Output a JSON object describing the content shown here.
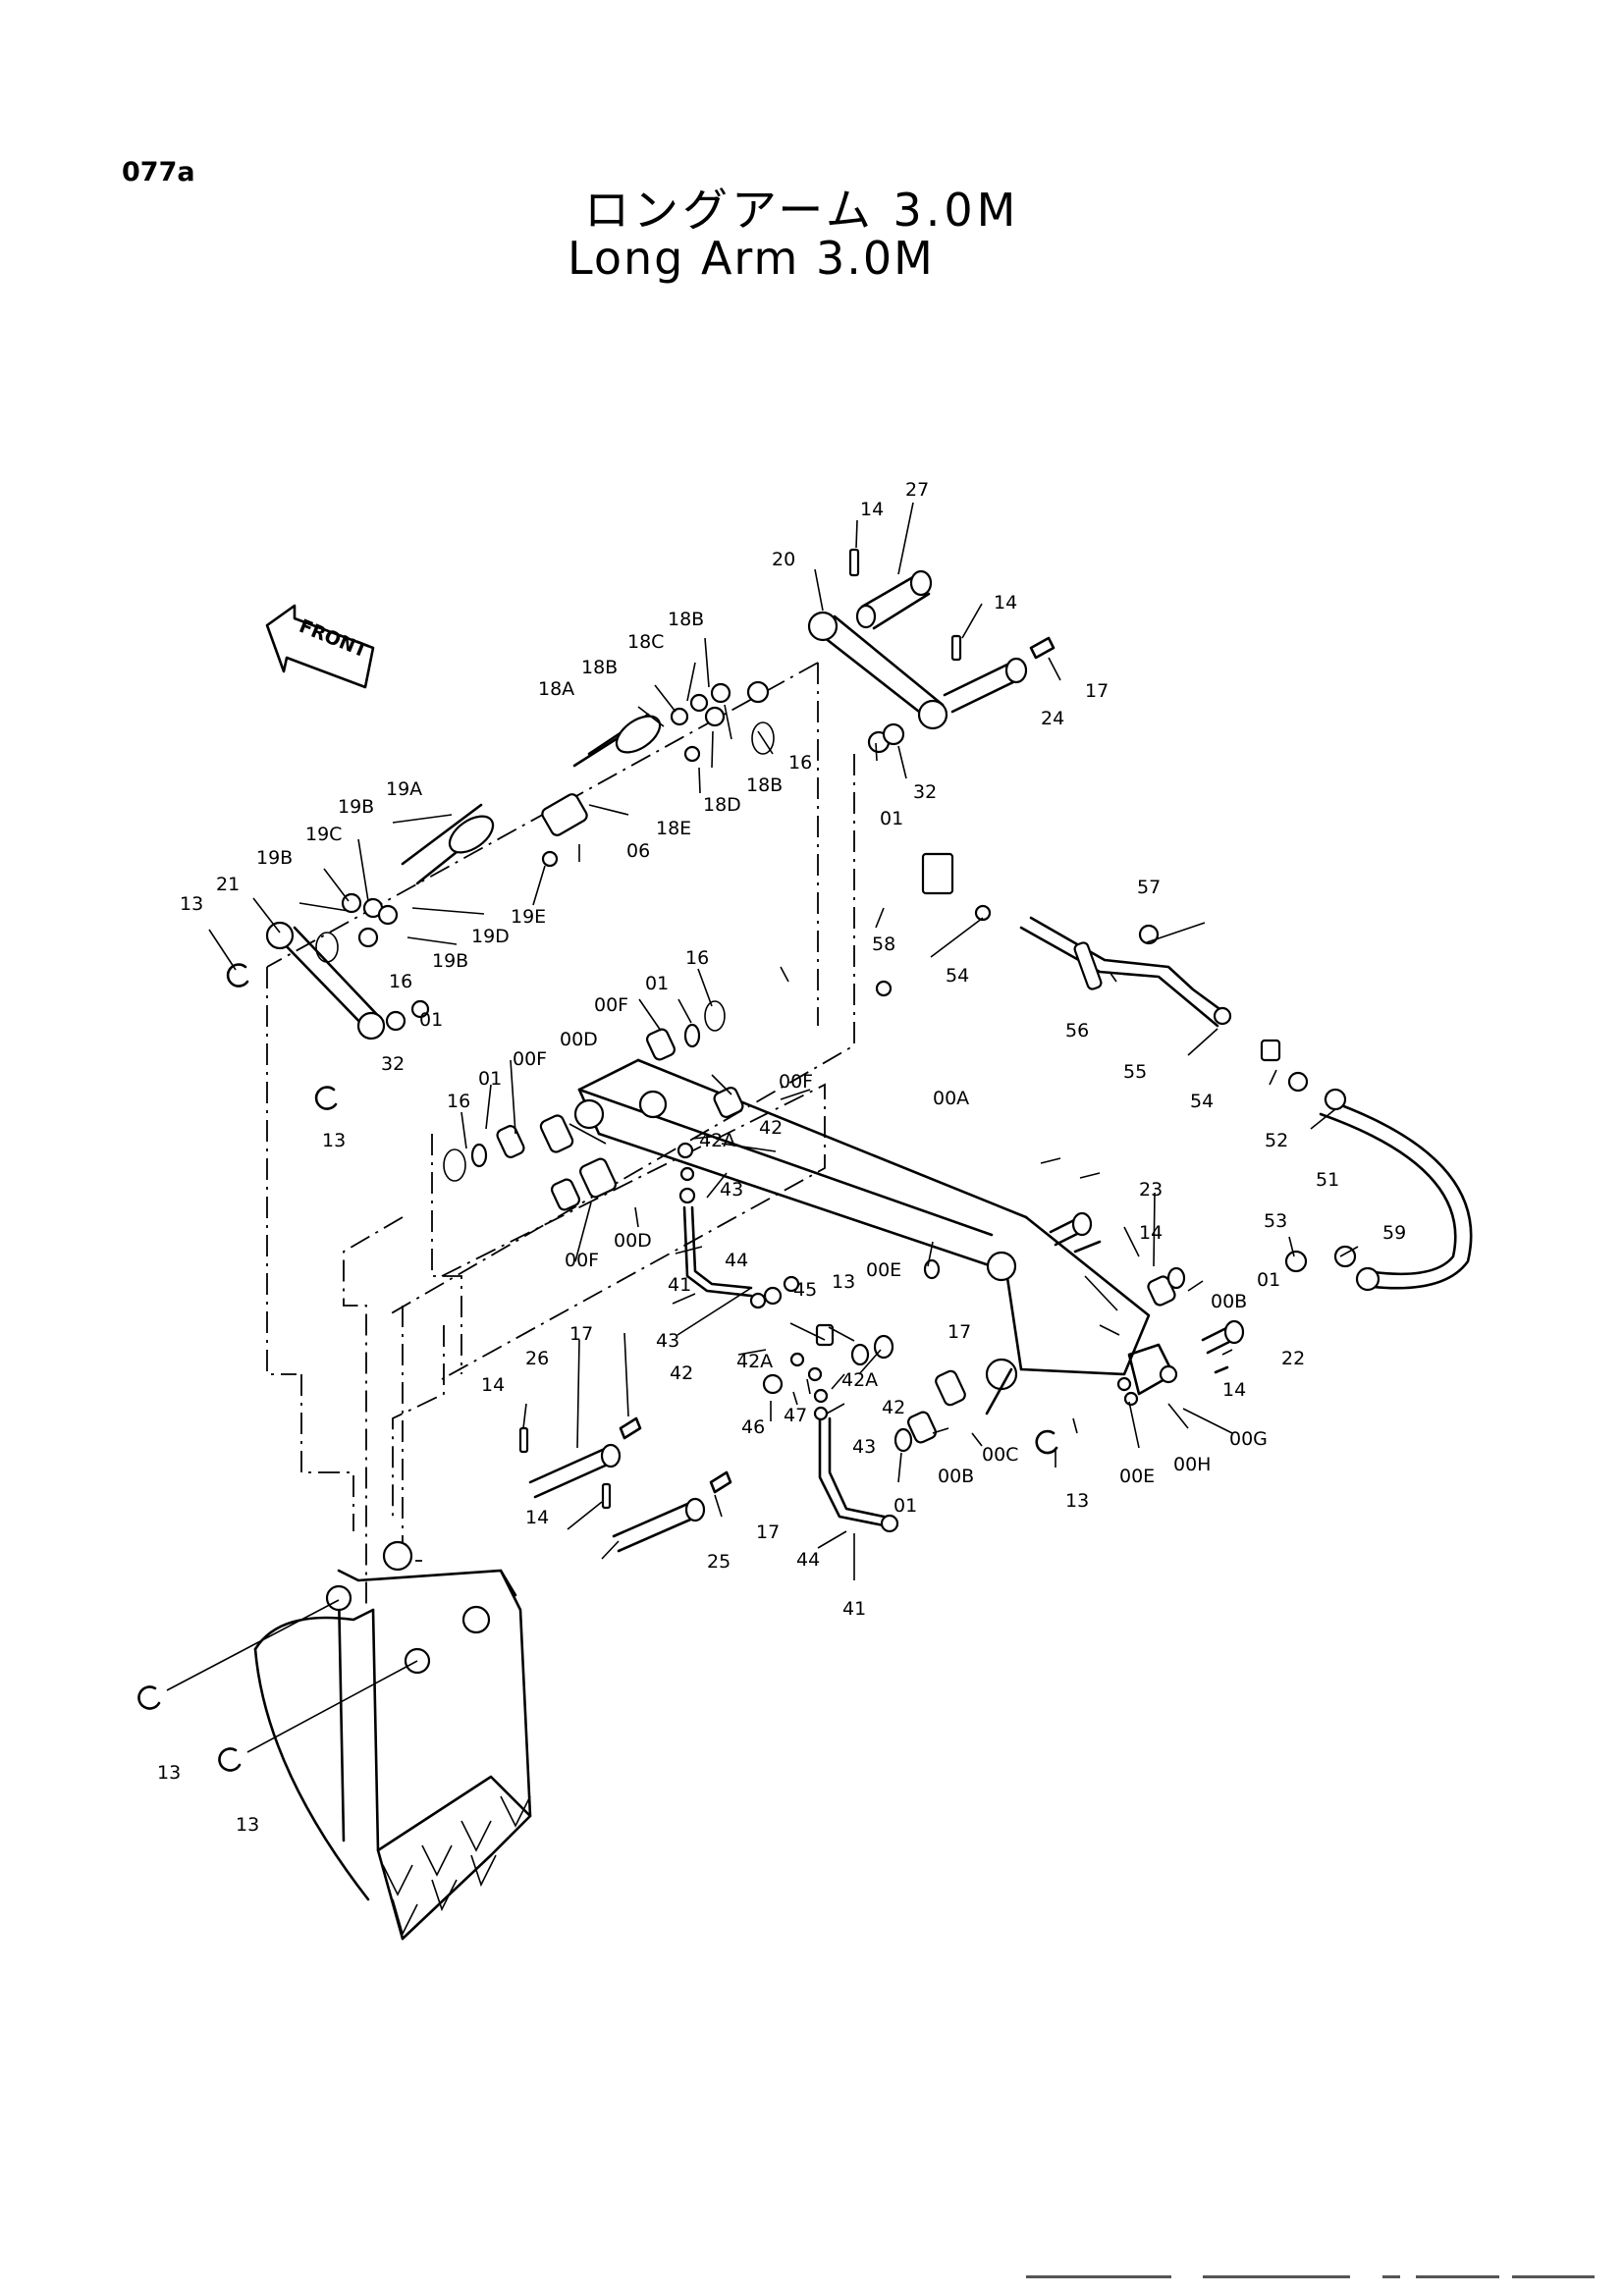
{
  "page_code": "077a",
  "title_jp": "ロングアーム 3.0M",
  "title_en": "Long Arm 3.0M",
  "front_label": "FRONT",
  "callouts": [
    {
      "id": "c01",
      "text": "27"
    },
    {
      "id": "c02",
      "text": "14"
    },
    {
      "id": "c03",
      "text": "20"
    },
    {
      "id": "c04",
      "text": "18B"
    },
    {
      "id": "c05",
      "text": "14"
    },
    {
      "id": "c06",
      "text": "18C"
    },
    {
      "id": "c07",
      "text": "18B"
    },
    {
      "id": "c08",
      "text": "17"
    },
    {
      "id": "c09",
      "text": "18A"
    },
    {
      "id": "c10",
      "text": "24"
    },
    {
      "id": "c11",
      "text": "16"
    },
    {
      "id": "c12",
      "text": "18B"
    },
    {
      "id": "c13",
      "text": "32"
    },
    {
      "id": "c14",
      "text": "18D"
    },
    {
      "id": "c15",
      "text": "01"
    },
    {
      "id": "c16",
      "text": "19A"
    },
    {
      "id": "c17",
      "text": "18E"
    },
    {
      "id": "c18",
      "text": "19B"
    },
    {
      "id": "c19",
      "text": "06"
    },
    {
      "id": "c20",
      "text": "19C"
    },
    {
      "id": "c21",
      "text": "19B"
    },
    {
      "id": "c22",
      "text": "21"
    },
    {
      "id": "c23",
      "text": "19E"
    },
    {
      "id": "c24",
      "text": "13"
    },
    {
      "id": "c25",
      "text": "19D"
    },
    {
      "id": "c26",
      "text": "19B"
    },
    {
      "id": "c27",
      "text": "16"
    },
    {
      "id": "c28",
      "text": "58"
    },
    {
      "id": "c29",
      "text": "57"
    },
    {
      "id": "c30",
      "text": "54"
    },
    {
      "id": "c31",
      "text": "16"
    },
    {
      "id": "c32",
      "text": "01"
    },
    {
      "id": "c33",
      "text": "00F"
    },
    {
      "id": "c34",
      "text": "00D"
    },
    {
      "id": "c35",
      "text": "00F"
    },
    {
      "id": "c36",
      "text": "01"
    },
    {
      "id": "c37",
      "text": "01"
    },
    {
      "id": "c38",
      "text": "32"
    },
    {
      "id": "c39",
      "text": "16"
    },
    {
      "id": "c40",
      "text": "13"
    },
    {
      "id": "c41",
      "text": "56"
    },
    {
      "id": "c42",
      "text": "55"
    },
    {
      "id": "c43",
      "text": "54"
    },
    {
      "id": "c44",
      "text": "52"
    },
    {
      "id": "c45",
      "text": "00F"
    },
    {
      "id": "c46",
      "text": "42A"
    },
    {
      "id": "c47",
      "text": "42"
    },
    {
      "id": "c48",
      "text": "00A"
    },
    {
      "id": "c49",
      "text": "43"
    },
    {
      "id": "c50",
      "text": "51"
    },
    {
      "id": "c51",
      "text": "00D"
    },
    {
      "id": "c52",
      "text": "00F"
    },
    {
      "id": "c53",
      "text": "44"
    },
    {
      "id": "c54",
      "text": "23"
    },
    {
      "id": "c55",
      "text": "14"
    },
    {
      "id": "c56",
      "text": "53"
    },
    {
      "id": "c57",
      "text": "59"
    },
    {
      "id": "c58",
      "text": "00E"
    },
    {
      "id": "c59",
      "text": "01"
    },
    {
      "id": "c60",
      "text": "45"
    },
    {
      "id": "c61",
      "text": "13"
    },
    {
      "id": "c62",
      "text": "00B"
    },
    {
      "id": "c63",
      "text": "41"
    },
    {
      "id": "c64",
      "text": "43"
    },
    {
      "id": "c65",
      "text": "17"
    },
    {
      "id": "c66",
      "text": "42A"
    },
    {
      "id": "c67",
      "text": "42A"
    },
    {
      "id": "c68",
      "text": "42"
    },
    {
      "id": "c69",
      "text": "22"
    },
    {
      "id": "c70",
      "text": "17"
    },
    {
      "id": "c71",
      "text": "26"
    },
    {
      "id": "c72",
      "text": "14"
    },
    {
      "id": "c73",
      "text": "46"
    },
    {
      "id": "c74",
      "text": "47"
    },
    {
      "id": "c75",
      "text": "42"
    },
    {
      "id": "c76",
      "text": "14"
    },
    {
      "id": "c77",
      "text": "43"
    },
    {
      "id": "c78",
      "text": "00C"
    },
    {
      "id": "c79",
      "text": "00G"
    },
    {
      "id": "c80",
      "text": "00B"
    },
    {
      "id": "c81",
      "text": "00H"
    },
    {
      "id": "c82",
      "text": "00E"
    },
    {
      "id": "c83",
      "text": "13"
    },
    {
      "id": "c84",
      "text": "01"
    },
    {
      "id": "c85",
      "text": "14"
    },
    {
      "id": "c86",
      "text": "17"
    },
    {
      "id": "c87",
      "text": "25"
    },
    {
      "id": "c88",
      "text": "44"
    },
    {
      "id": "c89",
      "text": "41"
    },
    {
      "id": "c90",
      "text": "13"
    },
    {
      "id": "c91",
      "text": "13"
    }
  ]
}
